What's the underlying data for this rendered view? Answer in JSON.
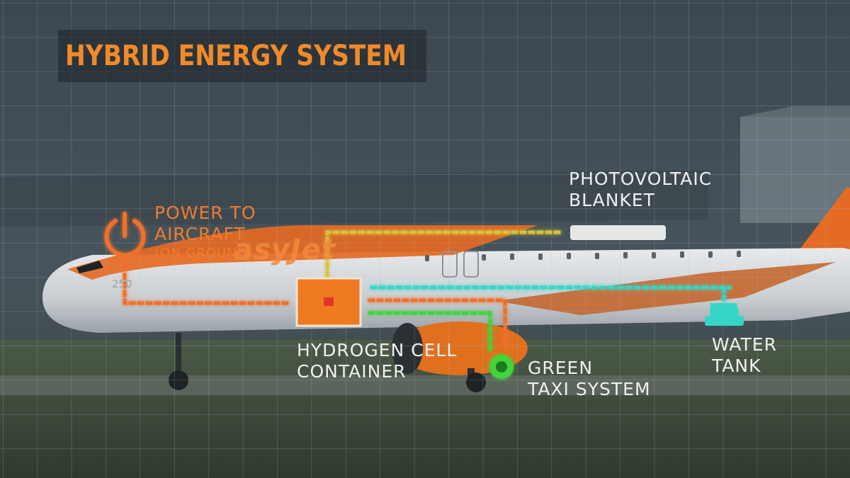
{
  "title": "HYBRID ENERGY SYSTEM",
  "brand_text": "asyJet",
  "registration_text": "250",
  "labels": {
    "power": {
      "line1": "POWER TO",
      "line2": "AIRCRAFT",
      "line3": "(ON GROUND)"
    },
    "photovoltaic": {
      "line1": "PHOTOVOLTAIC",
      "line2": "BLANKET"
    },
    "hydrogen": {
      "line1": "HYDROGEN CELL",
      "line2": "CONTAINER"
    },
    "green_taxi": {
      "line1": "GREEN",
      "line2": "TAXI SYSTEM"
    },
    "water": {
      "line1": "WATER",
      "line2": "TANK"
    }
  },
  "colors": {
    "title": "#f08a2a",
    "power_line": "#f0702a",
    "photovoltaic_line": "#d6c23a",
    "water_line": "#35d6c8",
    "green_taxi_line": "#43d43a",
    "hydrogen_box": "#f07a22",
    "aircraft_orange": "#e56a24",
    "grid": "#9fb3c0"
  },
  "icons": {
    "power": "power-icon",
    "photovoltaic": "solar-panel-icon",
    "hydrogen": "hydrogen-container-icon",
    "green_taxi": "green-dot-icon",
    "water": "water-tank-icon"
  }
}
